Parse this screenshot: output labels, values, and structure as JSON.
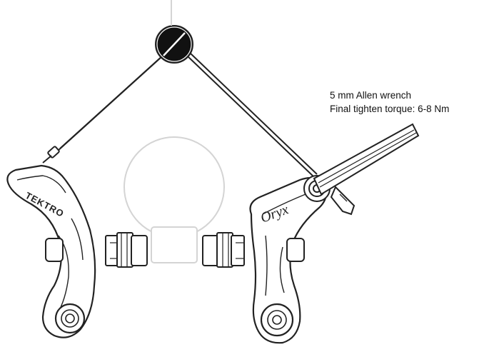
{
  "instructions": {
    "tool_label": "5 mm Allen wrench",
    "torque_label": "Final tighten torque: 6-8 Nm"
  },
  "brand": {
    "left_arm_logo": "TEKTRO",
    "right_arm_logo": "Oryx"
  },
  "colors": {
    "outline": "#222222",
    "wheel_ghost": "#d4d4d4",
    "wrench_fill": "#ffffff",
    "pivot_disc": "#111111"
  }
}
